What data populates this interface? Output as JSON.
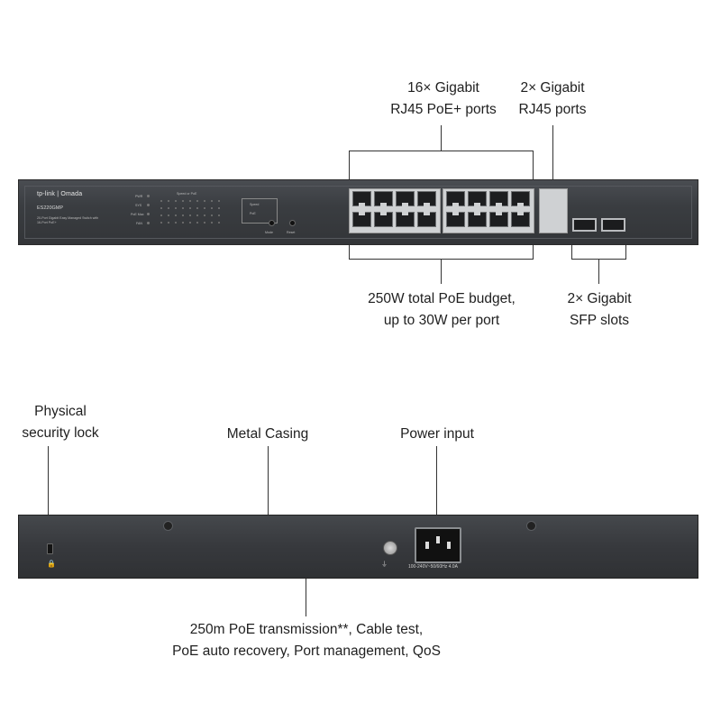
{
  "front": {
    "callouts": {
      "poe_ports": [
        "16× Gigabit",
        "RJ45 PoE+ ports"
      ],
      "rj45_ports": [
        "2× Gigabit",
        "RJ45 ports"
      ],
      "poe_budget": [
        "250W total PoE budget,",
        "up to 30W per port"
      ],
      "sfp_slots": [
        "2× Gigabit",
        "SFP slots"
      ]
    },
    "panel": {
      "logo": "tp-link | Omada",
      "model": "ES220GMP",
      "description": "20-Port Gigabit Easy Managed Switch with 16-Port PoE+",
      "led_labels": [
        "PWR",
        "SYS",
        "PoE Max",
        "FAN"
      ],
      "speed_label": "Speed or PoE",
      "mode_label": "Mode",
      "reset_label": "Reset",
      "speed_btn": "Speed",
      "poe_btn": "PoE"
    }
  },
  "back": {
    "callouts": {
      "security_lock": [
        "Physical",
        "security lock"
      ],
      "metal_casing": "Metal Casing",
      "power_input": "Power input",
      "features": [
        "250m PoE transmission**, Cable test,",
        "PoE auto recovery, Port management, QoS"
      ]
    },
    "power_label": "100-240V~50/60Hz 4.0A"
  },
  "icons": [
    "lock-icon",
    "ground-icon"
  ]
}
